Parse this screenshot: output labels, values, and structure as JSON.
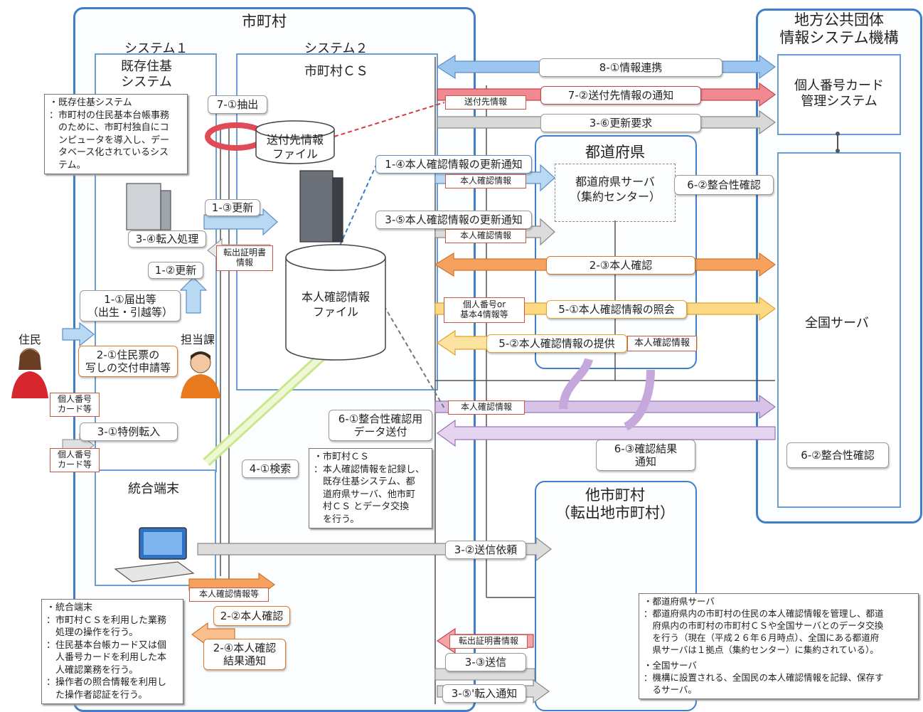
{
  "regions": {
    "municipality": "市町村",
    "jlis": [
      "地方公共団体",
      "情報システム機構"
    ],
    "prefecture": "都道府県",
    "other_municipality": [
      "他市町村",
      "（転出地市町村）"
    ]
  },
  "systems": {
    "system1_label": "システム１",
    "system2_label": "システム２",
    "system1_name": [
      "既存住基",
      "システム"
    ],
    "system2_name": "市町村ＣＳ",
    "terminal_name": "統合端末",
    "card_mgmt": [
      "個人番号カード",
      "管理システム"
    ],
    "national_server": "全国サーバ",
    "pref_server": [
      "都道府県サーバ",
      "（集約センター）"
    ]
  },
  "files": {
    "send_file": [
      "送付先情報",
      "ファイル"
    ],
    "id_file": [
      "本人確認情報",
      "ファイル"
    ]
  },
  "people": {
    "resident": "住民",
    "staff": "担当課"
  },
  "notes": {
    "kizon": [
      "・既存住基システム",
      "：市町村の住民基本台帳事務",
      "　のために、市町村独自にコ",
      "　ンピュータを導入し、デー",
      "　タベース化されているシス",
      "　テム。"
    ],
    "cs": [
      "・市町村ＣＳ",
      "：本人確認情報を記録し、",
      "　既存住基システム、都",
      "　道府県サーバ、他市町",
      "　村ＣＳ とデータ交換",
      "　を行う。"
    ],
    "terminal": [
      "・統合端末",
      "：市町村ＣＳを利用した業務",
      "　処理の操作を行う。",
      "：住民基本台帳カード又は個",
      "　人番号カードを利用した本",
      "　人確認業務を行う。",
      "：操作者の照合情報を利用し",
      "　た操作者認証を行う。"
    ],
    "servers": [
      "・都道府県サーバ",
      "：都道府県内の市町村の住民の本人確認情報を管理し、都道",
      "　府県内の市町村の市町村ＣＳや全国サーバとのデータ交換",
      "　を行う（現在（平成２６年６月時点）、全国にある都道府",
      "　県サーバは１拠点（集約センター）に集約されている）。",
      "",
      "・全国サーバ",
      "：機構に設置される、全国民の本人確認情報を記録、保存す",
      "　るサーバ。"
    ]
  },
  "steps": {
    "s7_1": "7-①抽出",
    "s1_3": "1-③更新",
    "s3_4": "3-④転入処理",
    "s1_2": "1-②更新",
    "s1_1": [
      "1-①届出等",
      "（出生・引越等）"
    ],
    "s2_1": [
      "2-①住民票の",
      "写しの交付申請等"
    ],
    "s3_1": "3-①特例転入",
    "s4_1": "4-①検索",
    "s2_2": "2-②本人確認",
    "s2_4": [
      "2-④本人確認",
      "結果通知"
    ],
    "s8_1": "8-①情報連携",
    "s7_2": "7-②送付先情報の通知",
    "s3_6": "3-⑥更新要求",
    "s1_4": "1-④本人確認情報の更新通知",
    "s3_5": "3-⑤本人確認情報の更新通知",
    "s6_2a": "6-②整合性確認",
    "s2_3": "2-③本人確認",
    "s5_1": "5-①本人確認情報の照会",
    "s5_2": "5-②本人確認情報の提供",
    "s6_1": [
      "6-①整合性確認用",
      "データ送付"
    ],
    "s6_3": [
      "6-③確認結果",
      "通知"
    ],
    "s6_2b": "6-②整合性確認",
    "s3_2": "3-②送信依頼",
    "s3_3": "3-③送信",
    "s3_5b": "3-⑤'転入通知"
  },
  "tags": {
    "send_info": "送付先情報",
    "id_info_1": "本人確認情報",
    "id_info_2": "本人確認情報",
    "tenshutsu": [
      "転出証明書",
      "情報"
    ],
    "kojin_or": [
      "個人番号or",
      "基本4情報等"
    ],
    "id_info_3": "本人確認情報",
    "id_info_4": "本人確認情報",
    "card_1": [
      "個人番号",
      "カード等"
    ],
    "card_2": [
      "個人番号",
      "カード等"
    ],
    "id_info_etc": "本人確認情報等",
    "tenshutsu_2": "転出証明書情報"
  },
  "colors": {
    "region_border": "#3f7fc9",
    "blue_arrow": "#9cc6ef",
    "red_arrow": "#e8606b",
    "gray_arrow": "#cfcfcf",
    "orange_arrow": "#f6a25e",
    "yellow_arrow": "#fbd36b",
    "purple_arrow": "#c6a8dc",
    "green_arrow": "#d9f0a4"
  }
}
